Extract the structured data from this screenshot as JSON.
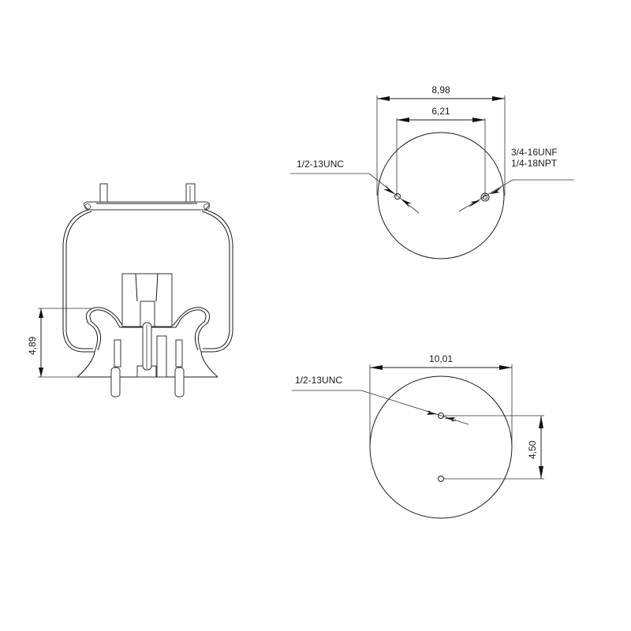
{
  "side_view": {
    "height_dim": "4,89"
  },
  "top_view": {
    "outer_dim": "8,98",
    "inner_dim": "6,21",
    "left_thread": "1/2-13UNC",
    "right_thread_line1": "3/4-16UNF",
    "right_thread_line2": "1/4-18NPT"
  },
  "bottom_view": {
    "diameter_dim": "10,01",
    "thread": "1/2-13UNC",
    "offset_dim": "4,50"
  },
  "colors": {
    "line": "#1a1a1a",
    "background": "#ffffff"
  }
}
